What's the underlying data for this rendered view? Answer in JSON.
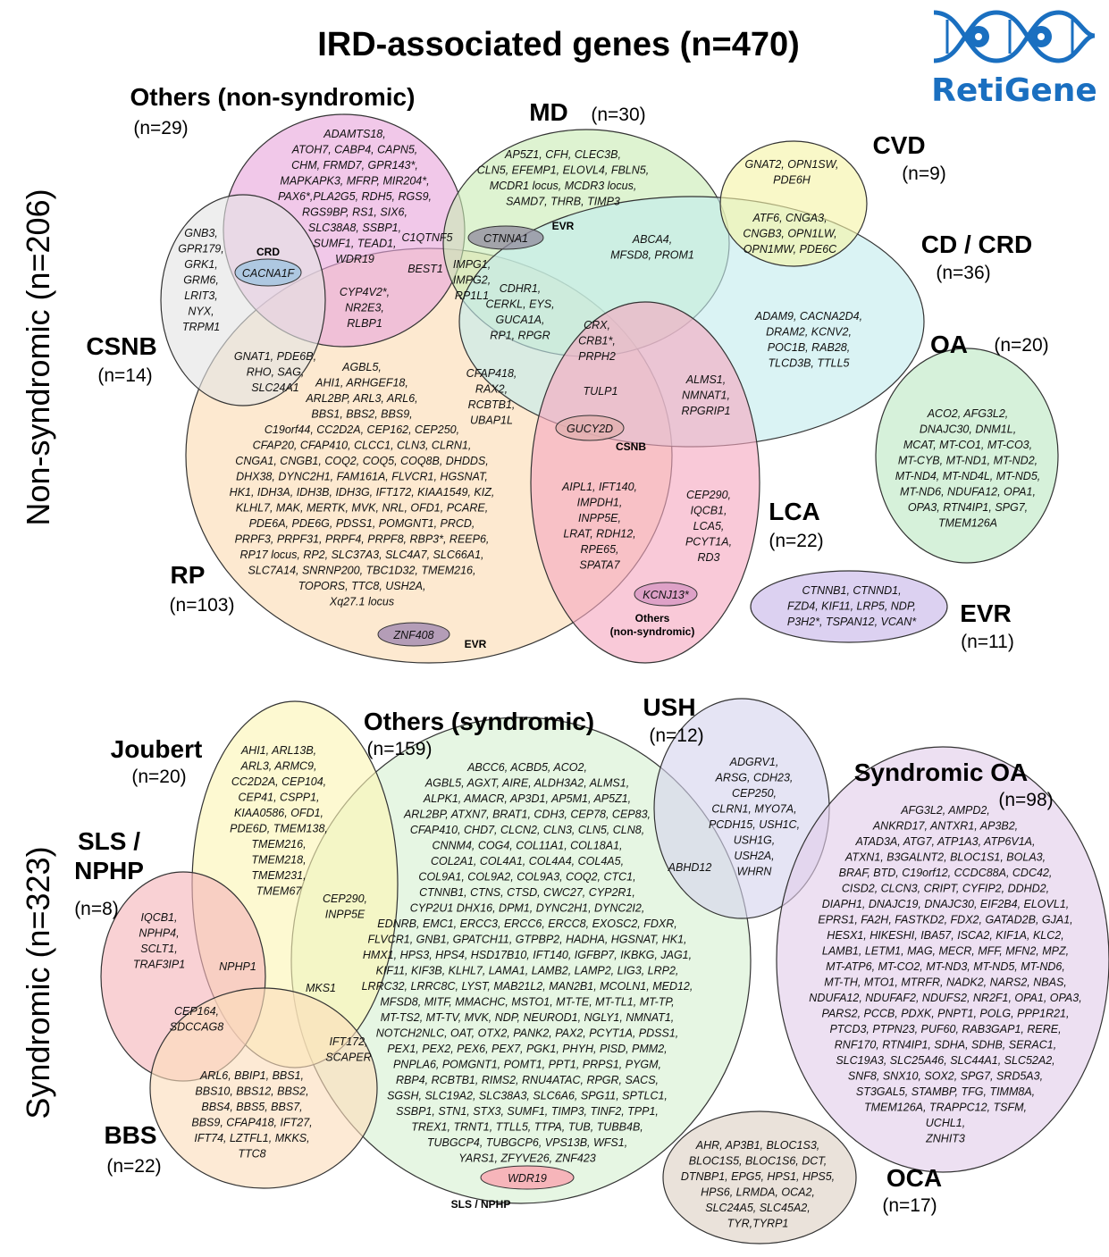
{
  "title": "IRD-associated genes (n=470)",
  "logo": {
    "text": "RetiGene",
    "icon": "dna-eye-icon",
    "color": "#1a6fc0"
  },
  "side_labels": {
    "top": "Non-syndromic (n=206)",
    "bottom": "Syndromic (n=323)"
  },
  "colors": {
    "others_ns": "#e9a6dc",
    "md": "#c9ebb4",
    "cvd": "#f6f4a7",
    "cdcrd": "#c4ebee",
    "csnb": "#e3e3e3",
    "rp": "#fcdcb3",
    "lca": "#f6a8c0",
    "oa": "#bde9c4",
    "evr": "#c7b5e8",
    "ush": "#d5d3ee",
    "others_s": "#d7f1d2",
    "joubert": "#fbf6b4",
    "slsnphp": "#f6b5ba",
    "bbs": "#fcddbc",
    "synoa": "#e2cdea",
    "oca": "#ddd0c4"
  },
  "groups": {
    "others_ns": {
      "name": "Others (non-syndromic)",
      "count": "(n=29)"
    },
    "md": {
      "name": "MD",
      "count": "(n=30)"
    },
    "cvd": {
      "name": "CVD",
      "count": "(n=9)"
    },
    "cdcrd": {
      "name": "CD / CRD",
      "count": "(n=36)"
    },
    "csnb": {
      "name": "CSNB",
      "count": "(n=14)"
    },
    "oa": {
      "name": "OA",
      "count": "(n=20)"
    },
    "lca": {
      "name": "LCA",
      "count": "(n=22)"
    },
    "rp": {
      "name": "RP",
      "count": "(n=103)"
    },
    "evr": {
      "name": "EVR",
      "count": "(n=11)"
    },
    "ush": {
      "name": "USH",
      "count": "(n=12)"
    },
    "others_s": {
      "name": "Others (syndromic)",
      "count": "(n=159)"
    },
    "joubert": {
      "name": "Joubert",
      "count": "(n=20)"
    },
    "synoa": {
      "name": "Syndromic OA",
      "count": "(n=98)"
    },
    "slsnphp": {
      "name": "SLS /\nNPHP",
      "count": "(n=8)"
    },
    "bbs": {
      "name": "BBS",
      "count": "(n=22)"
    },
    "oca": {
      "name": "OCA",
      "count": "(n=17)"
    }
  },
  "subsets": {
    "crd": {
      "label": "CRD",
      "gene": "CACNA1F"
    },
    "evr_md": {
      "label": "EVR",
      "gene": "CTNNA1"
    },
    "csnb_lca": {
      "label": "CSNB",
      "gene": "GUCY2D"
    },
    "others_lca": {
      "label": "Others\n(non-syndromic)",
      "gene": "KCNJ13*"
    },
    "evr_rp": {
      "label": "EVR",
      "gene": "ZNF408"
    },
    "sls_others": {
      "label": "SLS / NPHP",
      "gene": "WDR19"
    }
  },
  "gene_lists": {
    "others_ns": "ADAMTS18,\nATOH7, CABP4, CAPN5,\nCHM, FRMD7, GPR143*,\nMAPKAPK3, MFRP, MIR204*,\nPAX6*,PLA2G5, RDH5, RGS9,\nRGS9BP, RS1, SIX6,\nSLC38A8, SSBP1,\nSUMF1, TEAD1,\nWDR19",
    "md": "AP5Z1, CFH, CLEC3B,\nCLN5, EFEMP1, ELOVL4, FBLN5,\nMCDR1 locus, MCDR3 locus,\nSAMD7, THRB, TIMP3",
    "cvd": "GNAT2, OPN1SW,\nPDE6H",
    "cvd_cdcrd": "ATF6, CNGA3,\nCNGB3, OPN1LW,\nOPN1MW, PDE6C",
    "md_cdcrd": "ABCA4,\nMFSD8, PROM1",
    "cdcrd": "ADAM9, CACNA2D4,\nDRAM2, KCNV2,\nPOC1B, RAB28,\nTLCD3B, TTLL5",
    "others_md": "C1QTNF5",
    "others_md_rp": "BEST1",
    "csnb": "GNB3,\nGPR179,\nGRK1,\nGRM6,\nLRIT3,\nNYX,\nTRPM1",
    "others_rp": "CYP4V2*,\nNR2E3,\nRLBP1",
    "md_rp": "IMPG1,\nIMPG2,\nRP1L1",
    "md_rp_cd": "CDHR1,\nCERKL, EYS,\nGUCA1A,\nRP1, RPGR",
    "md_rp_cd_lca": "CRX,\nCRB1*,\nPRPH2",
    "csnb_rp": "GNAT1, PDE6B,\nRHO, SAG,\nSLC24A1",
    "rp_cd": "CFAP418,\nRAX2,\nRCBTB1,\nUBAP1L",
    "rp_cd_lca": "TULP1",
    "cd_lca": "ALMS1,\nNMNAT1,\nRPGRIP1",
    "rp_lca": "AIPL1, IFT140,\nIMPDH1,\nINPP5E,\nLRAT, RDH12,\nRPE65,\nSPATA7",
    "lca": "CEP290,\nIQCB1,\nLCA5,\nPCYT1A,\nRD3",
    "rp": "AGBL5,\nAHI1, ARHGEF18,\nARL2BP, ARL3, ARL6,\nBBS1, BBS2, BBS9,\nC19orf44, CC2D2A, CEP162, CEP250,\nCFAP20, CFAP410, CLCC1, CLN3, CLRN1,\nCNGA1, CNGB1, COQ2, COQ5, COQ8B, DHDDS,\nDHX38, DYNC2H1, FAM161A, FLVCR1, HGSNAT,\nHK1, IDH3A, IDH3B, IDH3G, IFT172, KIAA1549, KIZ,\nKLHL7, MAK, MERTK, MVK, NRL, OFD1, PCARE,\nPDE6A, PDE6G, PDSS1, POMGNT1, PRCD,\nPRPF3, PRPF31, PRPF4, PRPF8, RBP3*, REEP6,\nRP17 locus, RP2, SLC37A3, SLC4A7, SLC66A1,\nSLC7A14, SNRNP200, TBC1D32, TMEM216,\nTOPORS, TTC8, USH2A,\nXq27.1 locus",
    "oa": "ACO2, AFG3L2,\nDNAJC30, DNM1L,\nMCAT, MT-CO1, MT-CO3,\nMT-CYB, MT-ND1, MT-ND2,\nMT-ND4, MT-ND4L, MT-ND5,\nMT-ND6, NDUFA12, OPA1,\nOPA3, RTN4IP1, SPG7,\nTMEM126A",
    "evr": "CTNNB1, CTNND1,\nFZD4, KIF11, LRP5, NDP,\nP3H2*, TSPAN12, VCAN*",
    "ush": "ADGRV1,\nARSG, CDH23,\nCEP250,\nCLRN1, MYO7A,\nPCDH15, USH1C,\nUSH1G,\nUSH2A,\nWHRN",
    "ush_others": "ABHD12",
    "joubert": "AHI1, ARL13B,\nARL3, ARMC9,\nCC2D2A, CEP104,\nCEP41, CSPP1,\nKIAA0586, OFD1,\nPDE6D, TMEM138,\nTMEM216,\nTMEM218,\nTMEM231,\nTMEM67",
    "joubert_others": "CEP290,\nINPP5E",
    "sls": "IQCB1,\nNPHP4,\nSCLT1,\nTRAF3IP1",
    "sls_joubert": "NPHP1",
    "sls_bbs": "CEP164,\nSDCCAG8",
    "joubert_others_bbs": "MKS1",
    "bbs_others": "IFT172,\nSCAPER",
    "bbs": "ARL6, BBIP1, BBS1,\nBBS10, BBS12, BBS2,\nBBS4, BBS5, BBS7,\nBBS9, CFAP418, IFT27,\nIFT74, LZTFL1, MKKS,\nTTC8",
    "others_s": "ABCC6, ACBD5, ACO2,\nAGBL5, AGXT, AIRE, ALDH3A2, ALMS1,\nALPK1, AMACR, AP3D1, AP5M1, AP5Z1,\nARL2BP, ATXN7, BRAT1, CDH3, CEP78, CEP83,\nCFAP410, CHD7, CLCN2, CLN3, CLN5, CLN8,\nCNNM4, COG4, COL11A1, COL18A1,\nCOL2A1, COL4A1, COL4A4, COL4A5,\nCOL9A1, COL9A2, COL9A3, COQ2, CTC1,\nCTNNB1, CTNS, CTSD, CWC27, CYP2R1,\nCYP2U1 DHX16, DPM1, DYNC2H1, DYNC2I2,\nEDNRB, EMC1, ERCC3, ERCC6, ERCC8, EXOSC2, FDXR,\nFLVCR1, GNB1, GPATCH11, GTPBP2, HADHA, HGSNAT, HK1,\nHMX1, HPS3, HPS4, HSD17B10, IFT140, IGFBP7, IKBKG, JAG1,\nKIF11, KIF3B, KLHL7, LAMA1, LAMB2, LAMP2, LIG3, LRP2,\nLRRC32, LRRC8C, LYST, MAB21L2, MAN2B1, MCOLN1, MED12,\nMFSD8, MITF, MMACHC, MSTO1, MT-TE, MT-TL1, MT-TP,\nMT-TS2, MT-TV, MVK, NDP, NEUROD1, NGLY1, NMNAT1,\nNOTCH2NLC, OAT, OTX2, PANK2, PAX2, PCYT1A, PDSS1,\nPEX1, PEX2, PEX6, PEX7, PGK1, PHYH, PISD, PMM2,\nPNPLA6, POMGNT1, POMT1, PPT1, PRPS1, PYGM,\nRBP4, RCBTB1, RIMS2, RNU4ATAC, RPGR, SACS,\nSGSH, SLC19A2, SLC38A3, SLC6A6, SPG11, SPTLC1,\nSSBP1, STN1, STX3, SUMF1, TIMP3, TINF2, TPP1,\nTREX1, TRNT1, TTLL5, TTPA, TUB, TUBB4B,\nTUBGCP4, TUBGCP6, VPS13B, WFS1,\nYARS1, ZFYVE26, ZNF423",
    "synoa": "AFG3L2, AMPD2,\nANKRD17, ANTXR1, AP3B2,\nATAD3A, ATG7, ATP1A3, ATP6V1A,\nATXN1, B3GALNT2, BLOC1S1, BOLA3,\nBRAF, BTD, C19orf12, CCDC88A, CDC42,\nCISD2, CLCN3, CRIPT, CYFIP2, DDHD2,\nDIAPH1, DNAJC19, DNAJC30, EIF2B4, ELOVL1,\nEPRS1, FA2H, FASTKD2, FDX2, GATAD2B, GJA1,\nHESX1, HIKESHI, IBA57, ISCA2, KIF1A, KLC2,\nLAMB1, LETM1, MAG, MECR, MFF, MFN2, MPZ,\nMT-ATP6, MT-CO2, MT-ND3, MT-ND5, MT-ND6,\nMT-TH, MTO1, MTRFR, NADK2, NARS2, NBAS,\nNDUFA12, NDUFAF2, NDUFS2, NR2F1, OPA1, OPA3,\nPARS2, PCCB, PDXK, PNPT1, POLG, PPP1R21,\nPTCD3, PTPN23, PUF60, RAB3GAP1, RERE,\nRNF170, RTN4IP1, SDHA, SDHB, SERAC1,\nSLC19A3, SLC25A46, SLC44A1, SLC52A2,\nSNF8, SNX10, SOX2, SPG7, SRD5A3,\nST3GAL5, STAMBP, TFG, TIMM8A,\nTMEM126A, TRAPPC12, TSFM,\nUCHL1,\nZNHIT3",
    "oca": "AHR, AP3B1, BLOC1S3,\nBLOC1S5, BLOC1S6, DCT,\nDTNBP1, EPG5, HPS1, HPS5,\nHPS6, LRMDA, OCA2,\nSLC24A5, SLC45A2,\nTYR,TYRP1"
  }
}
